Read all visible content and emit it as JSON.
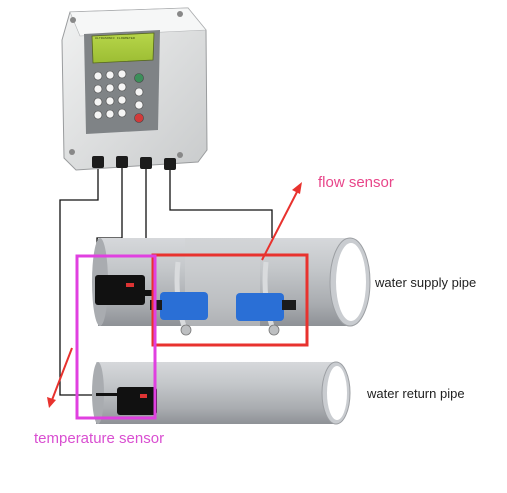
{
  "labels": {
    "flow_sensor": "flow sensor",
    "water_supply_pipe": "water supply pipe",
    "water_return_pipe": "water return pipe",
    "temperature_sensor": "temperature sensor"
  },
  "device": {
    "lcd_text": "ULTRASONIC FLOWMETER"
  },
  "colors": {
    "flow_highlight": "#e8322e",
    "temperature_highlight": "#e040e0",
    "pipe": "#b9bcc0",
    "transducer": "#2a6fd6"
  }
}
